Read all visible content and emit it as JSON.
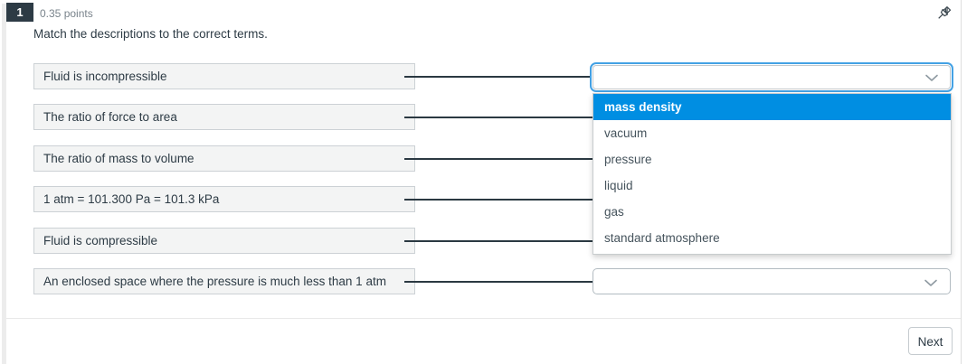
{
  "header": {
    "question_number": "1",
    "points": "0.35 points",
    "prompt": "Match the descriptions to the correct terms."
  },
  "matches": [
    {
      "description": "Fluid is incompressible"
    },
    {
      "description": "The ratio of force to area"
    },
    {
      "description": "The ratio of mass to volume"
    },
    {
      "description": "1 atm = 101.300 Pa = 101.3 kPa"
    },
    {
      "description": "Fluid is compressible"
    },
    {
      "description": "An enclosed space where the pressure is much less than 1 atm"
    }
  ],
  "dropdown_menu": {
    "options": [
      "mass density",
      "vacuum",
      "pressure",
      "liquid",
      "gas",
      "standard atmosphere"
    ],
    "highlighted_option": "mass density"
  },
  "footer": {
    "next_label": "Next"
  },
  "icons": {
    "pin": "pushpin-icon",
    "chevron": "chevron-down-icon"
  },
  "colors": {
    "question_badge": "#2d3b45",
    "menu_highlight": "#008ee2",
    "focus_ring": "#43a1e4",
    "description_box_fill": "#f3f4f4",
    "connector_line": "#2b3942"
  }
}
